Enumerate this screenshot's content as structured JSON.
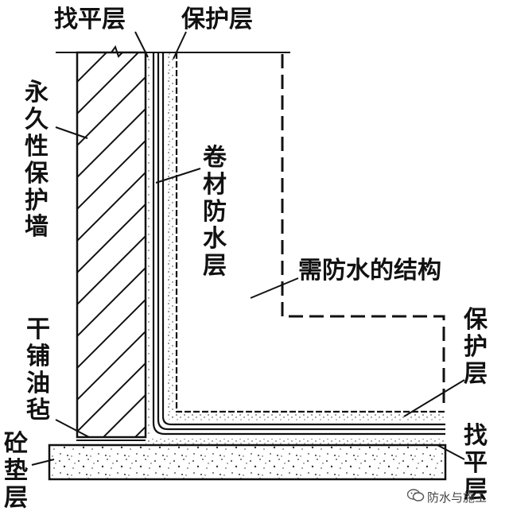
{
  "labels": {
    "leveling_top": "找平层",
    "protection_top": "保护层",
    "permanent_wall": "永久性保护墙",
    "membrane": "卷材防水层",
    "structure": "需防水的结构",
    "protection_right": "保护层",
    "dry_felt": "干铺油毡",
    "leveling_right": "找平层",
    "concrete_pad": "砼垫层"
  },
  "watermark": {
    "text": "防水与施工",
    "icon": "wechat-icon"
  }
}
